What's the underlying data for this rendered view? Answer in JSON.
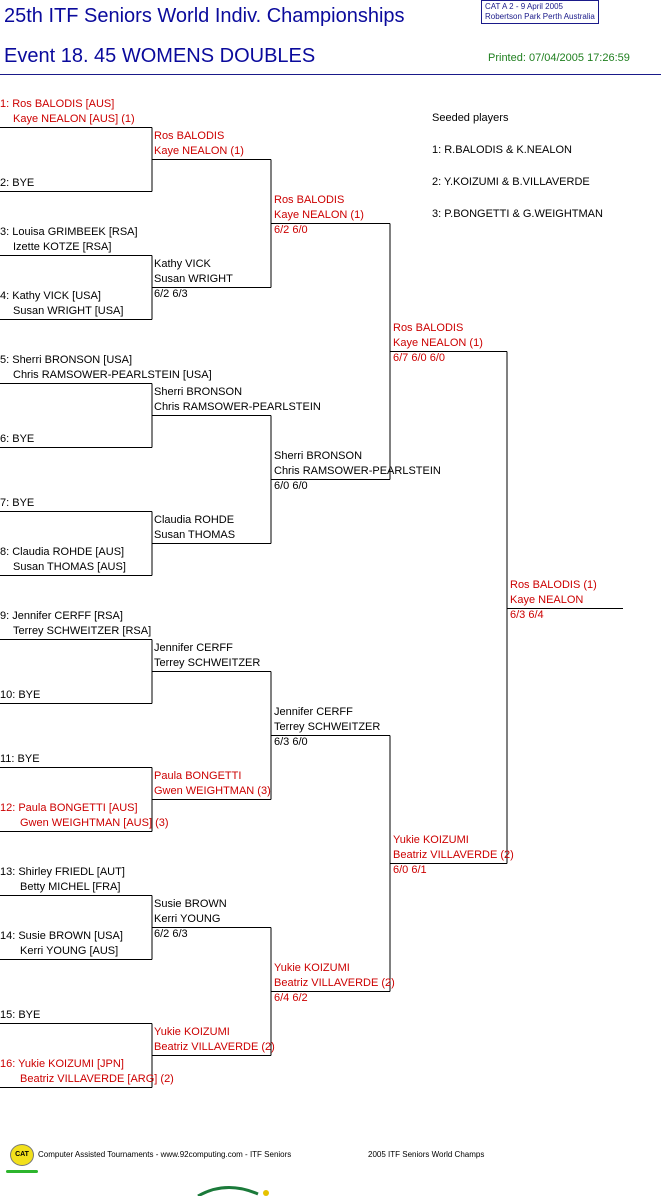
{
  "header": {
    "title": "25th ITF Seniors World Indiv. Championships",
    "event": "Event 18. 45 WOMENS DOUBLES",
    "cat_line": "CAT A   2 - 9 April 2005",
    "venue_line": "Robertson Park Perth   Australia",
    "printed": "Printed: 07/04/2005 17:26:59"
  },
  "seeded": {
    "heading": "Seeded players",
    "list": [
      "1: R.BALODIS & K.NEALON",
      "2: Y.KOIZUMI & B.VILLAVERDE",
      "3: P.BONGETTI & G.WEIGHTMAN"
    ]
  },
  "round1": [
    {
      "l1": "1: Ros BALODIS [AUS]",
      "l2": "Kaye NEALON [AUS] (1)",
      "red": true
    },
    {
      "l1": "",
      "l2": "2: BYE",
      "red": false
    },
    {
      "l1": "3: Louisa GRIMBEEK [RSA]",
      "l2": "Izette KOTZE [RSA]",
      "red": false
    },
    {
      "l1": "4: Kathy VICK [USA]",
      "l2": "Susan WRIGHT [USA]",
      "red": false
    },
    {
      "l1": "5: Sherri BRONSON [USA]",
      "l2": "Chris RAMSOWER-PEARLSTEIN [USA]",
      "red": false
    },
    {
      "l1": "",
      "l2": "6: BYE",
      "red": false
    },
    {
      "l1": "",
      "l2": "7: BYE",
      "red": false
    },
    {
      "l1": "8: Claudia ROHDE [AUS]",
      "l2": "Susan THOMAS [AUS]",
      "red": false
    },
    {
      "l1": "9: Jennifer CERFF [RSA]",
      "l2": "Terrey SCHWEITZER [RSA]",
      "red": false
    },
    {
      "l1": "",
      "l2": "10: BYE",
      "red": false
    },
    {
      "l1": "",
      "l2": "11: BYE",
      "red": false
    },
    {
      "l1": "12: Paula BONGETTI [AUS]",
      "l2": "Gwen WEIGHTMAN [AUS] (3)",
      "red": true
    },
    {
      "l1": "13: Shirley FRIEDL [AUT]",
      "l2": "Betty MICHEL [FRA]",
      "red": false
    },
    {
      "l1": "14: Susie BROWN [USA]",
      "l2": "Kerri YOUNG [AUS]",
      "red": false
    },
    {
      "l1": "",
      "l2": "15: BYE",
      "red": false
    },
    {
      "l1": "16: Yukie KOIZUMI [JPN]",
      "l2": "Beatriz VILLAVERDE [ARG] (2)",
      "red": true
    }
  ],
  "round2": [
    {
      "l1": "Ros BALODIS",
      "l2": "Kaye NEALON (1)",
      "score": "",
      "red": true
    },
    {
      "l1": "Kathy VICK",
      "l2": "Susan WRIGHT",
      "score": "6/2 6/3",
      "red": false
    },
    {
      "l1": "Sherri BRONSON",
      "l2": "Chris RAMSOWER-PEARLSTEIN",
      "score": "",
      "red": false
    },
    {
      "l1": "Claudia ROHDE",
      "l2": "Susan THOMAS",
      "score": "",
      "red": false
    },
    {
      "l1": "Jennifer CERFF",
      "l2": "Terrey SCHWEITZER",
      "score": "",
      "red": false
    },
    {
      "l1": "Paula BONGETTI",
      "l2": "Gwen WEIGHTMAN (3)",
      "score": "",
      "red": true
    },
    {
      "l1": "Susie BROWN",
      "l2": "Kerri YOUNG",
      "score": "6/2 6/3",
      "red": false
    },
    {
      "l1": "Yukie KOIZUMI",
      "l2": "Beatriz VILLAVERDE (2)",
      "score": "",
      "red": true
    }
  ],
  "round3": [
    {
      "l1": "Ros BALODIS",
      "l2": "Kaye NEALON (1)",
      "score": "6/2 6/0",
      "red": true
    },
    {
      "l1": "Sherri BRONSON",
      "l2": "Chris RAMSOWER-PEARLSTEIN",
      "score": "6/0 6/0",
      "red": false
    },
    {
      "l1": "Jennifer CERFF",
      "l2": "Terrey SCHWEITZER",
      "score": "6/3 6/0",
      "red": false
    },
    {
      "l1": "Yukie KOIZUMI",
      "l2": "Beatriz VILLAVERDE (2)",
      "score": "6/4 6/2",
      "red": true
    }
  ],
  "round4": [
    {
      "l1": "Ros BALODIS",
      "l2": "Kaye NEALON (1)",
      "score": "6/7 6/0 6/0",
      "red": true
    },
    {
      "l1": "Yukie KOIZUMI",
      "l2": "Beatriz VILLAVERDE (2)",
      "score": "6/0 6/1",
      "red": true
    }
  ],
  "final": {
    "l1": "Ros BALODIS (1)",
    "l2": "Kaye NEALON",
    "score": "6/3 6/4",
    "red": true
  },
  "footer": {
    "logo": "CAT",
    "left": "Computer Assisted Tournaments - www.92computing.com -  ITF Seniors",
    "right": "2005 ITF Seniors World Champs"
  },
  "colors": {
    "title": "#0a0a9c",
    "winner": "#cc0000",
    "printed": "#1f7f1f",
    "lines": "#000000"
  }
}
